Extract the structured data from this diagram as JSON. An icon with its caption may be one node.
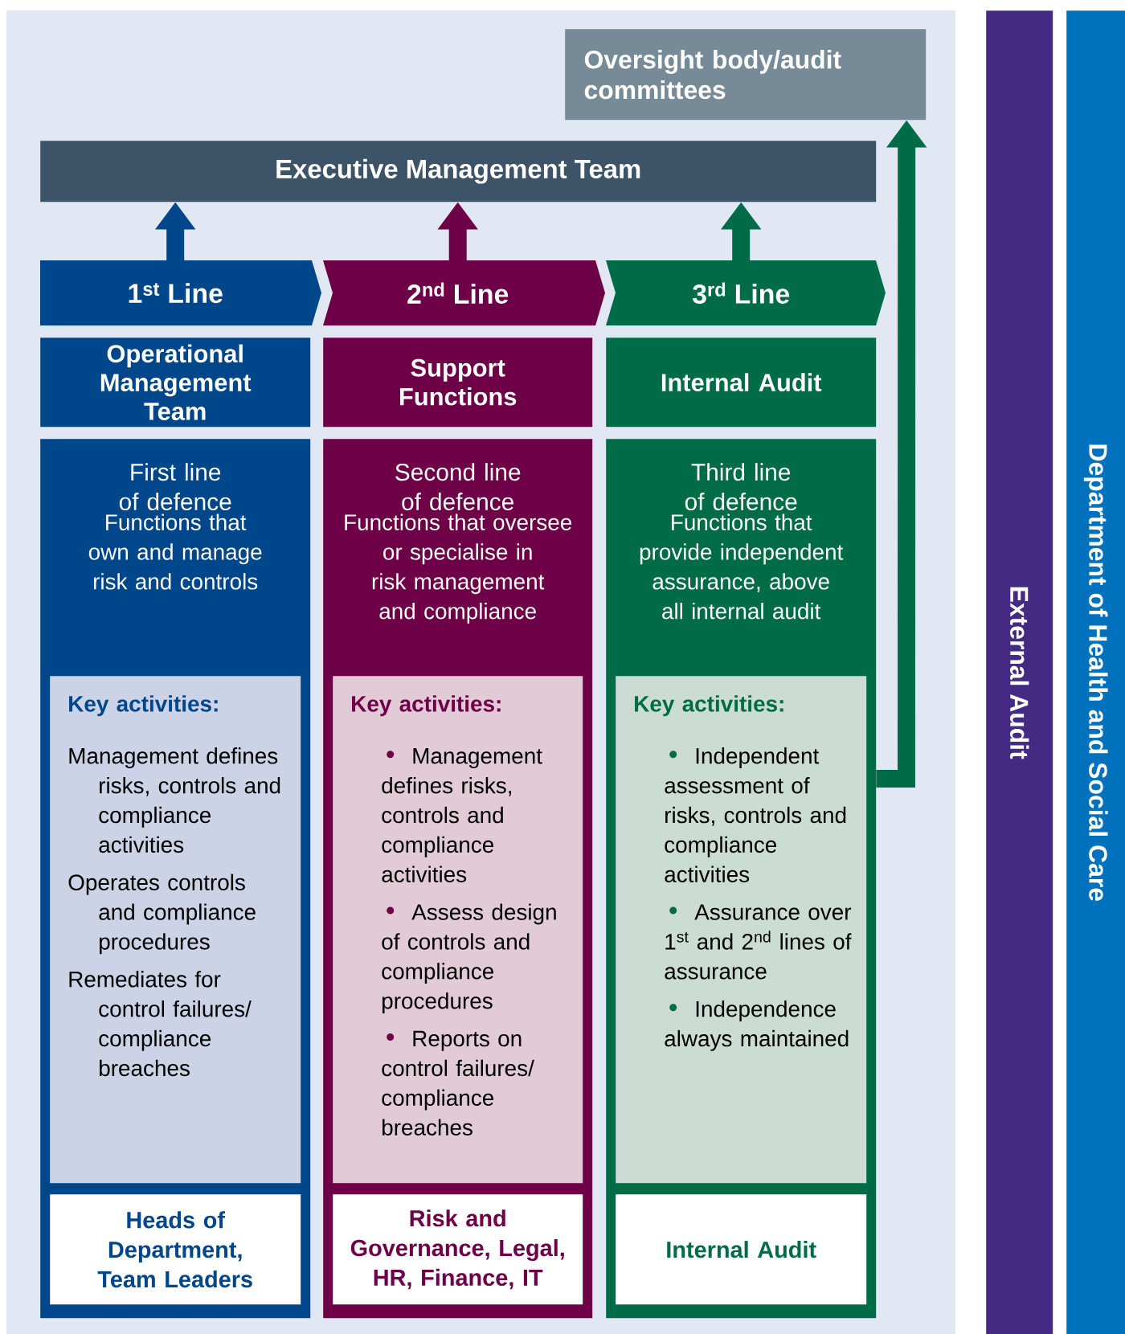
{
  "diagram": {
    "nodes": [
      {
        "text": [
          "Oversight body/audit committees"
        ]
      },
      {
        "text": [
          "Executive Management Team"
        ]
      },
      {
        "text": [
          "1$^{st}$ Line"
        ]
      },
      {
        "text": [
          "2$^{nd}$ Line"
        ]
      },
      {
        "text": [
          "3$^{rd}$ Line"
        ]
      },
      {
        "text": [
          "Operational Management Team"
        ]
      },
      {
        "text": [
          "First line of defence",
          "Functions that own and manage risk and controls"
        ]
      },
      {
        "text": [
          "Key activities:",
          "Management defines risks, controls and compliance activities",
          "Operates controls and compliance procedures",
          "Remediates for control failures/ compliance breaches"
        ],
        "in": 6
      },
      {
        "text": [
          "Heads of Department, Team Leaders"
        ],
        "in": 6
      },
      {
        "text": [
          "Support Functions"
        ]
      },
      {
        "text": [
          "Second line of defence",
          "Functions that oversee or specialise in risk management and compliance"
        ]
      },
      {
        "text": [
          "Key activities:",
          "Management defines risks, controls and compliance activities",
          "Assess design of controls and compliance procedures",
          "Reports on control failures/ compliance breaches"
        ],
        "in": 10
      },
      {
        "text": [
          "Risk and Governance, Legal, HR, Finance, IT"
        ],
        "in": 10
      },
      {
        "text": [
          "Internal Audit"
        ]
      },
      {
        "text": [
          "Third line of defence",
          "Functions that provide independent assurance, above all internal audit"
        ]
      },
      {
        "text": [
          "Key activities:",
          "Independent assessment of risks, controls and compliance activities",
          "Assurance over 1$^{st}$ and 2$^{nd}$ lines of assurance",
          "Independence always maintained"
        ],
        "in": 14
      },
      {
        "text": [
          "Internal Audit"
        ],
        "in": 14
      },
      {
        "text": [
          "External Audit"
        ]
      },
      {
        "text": [
          "Department of Health and Social Care"
        ]
      }
    ],
    "edges": [
      {
        "from": 2,
        "to": 1,
        "arrow": "to",
        "color": "#00468b"
      },
      {
        "from": 3,
        "to": 1,
        "arrow": "to",
        "color": "#6d0046"
      },
      {
        "from": 4,
        "to": 1,
        "arrow": "to",
        "color": "#006b47"
      },
      {
        "from": 14,
        "to": 0,
        "arrow": "to",
        "color": "#006b47"
      }
    ]
  }
}
